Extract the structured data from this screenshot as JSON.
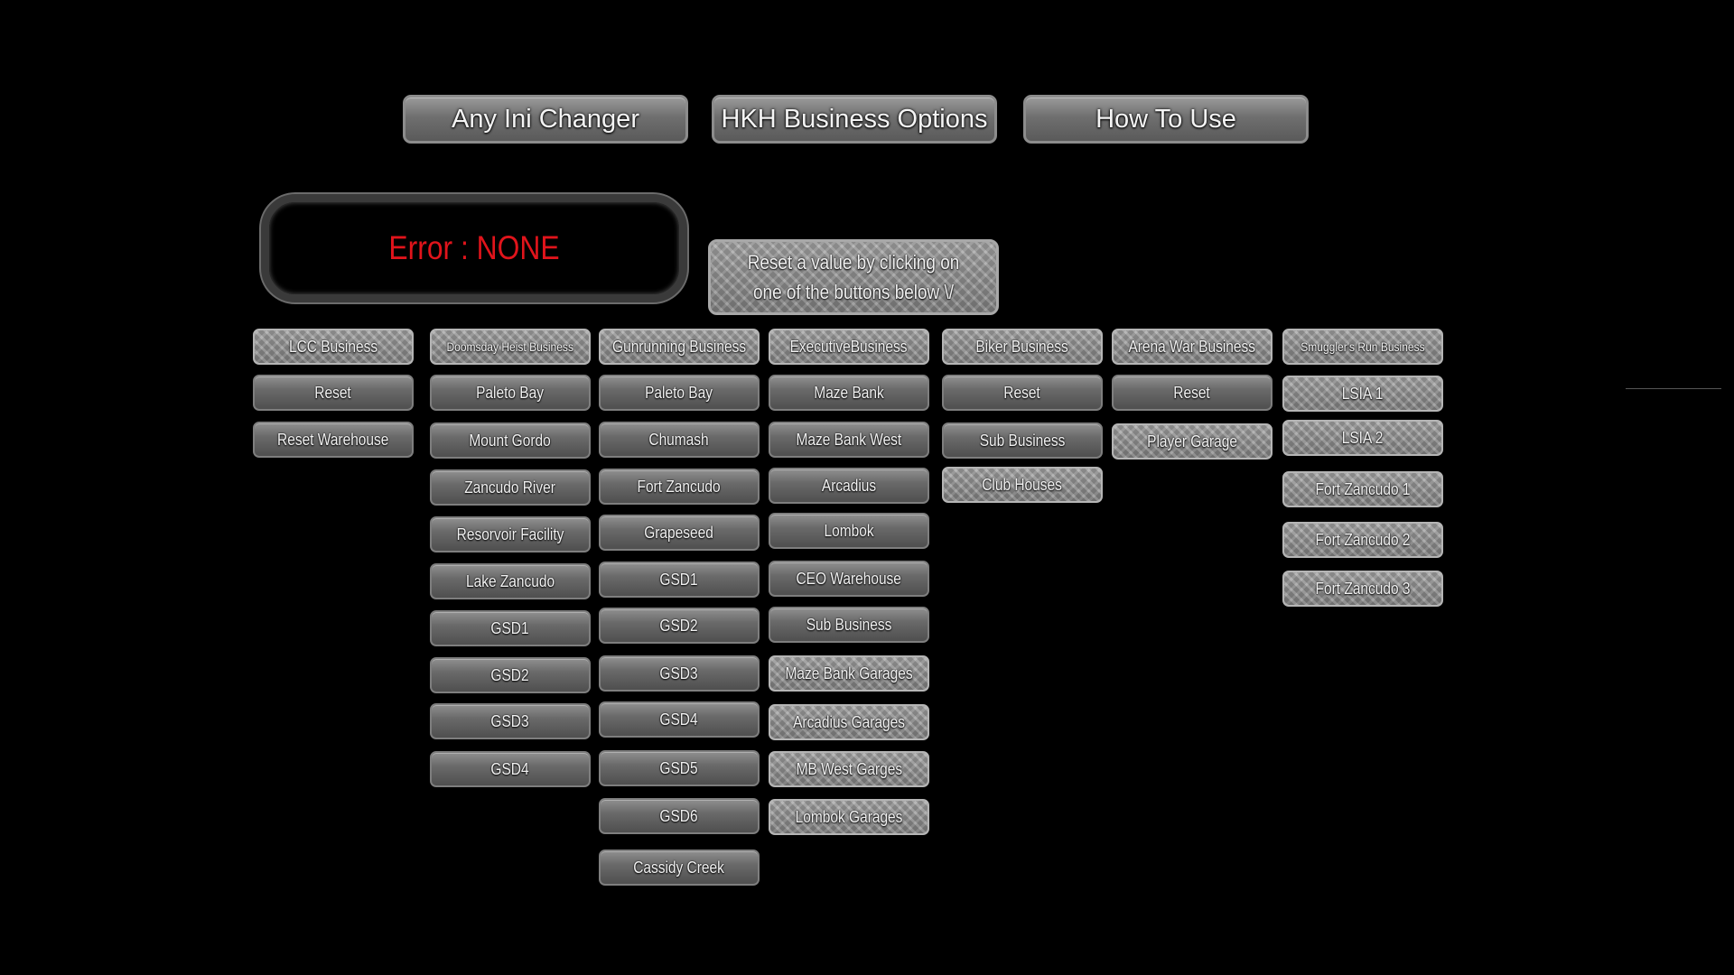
{
  "tabs": [
    {
      "label": "Any Ini Changer"
    },
    {
      "label": "HKH Business Options"
    },
    {
      "label": "How To Use"
    }
  ],
  "status": {
    "error_text": "Error : NONE",
    "error_color": "#e0141b"
  },
  "hint": {
    "text": "Reset a value by clicking on one of the buttons below \\/"
  },
  "columns": [
    {
      "header": "LCC Business",
      "items": [
        "Reset",
        "Reset Warehouse"
      ]
    },
    {
      "header": "Doomsday Heist Business",
      "items": [
        "Paleto Bay",
        "Mount Gordo",
        "Zancudo River",
        "Resorvoir Facility",
        "Lake Zancudo",
        "GSD1",
        "GSD2",
        "GSD3",
        "GSD4"
      ]
    },
    {
      "header": "Gunrunning Business",
      "items": [
        "Paleto Bay",
        "Chumash",
        "Fort Zancudo",
        "Grapeseed",
        "GSD1",
        "GSD2",
        "GSD3",
        "GSD4",
        "GSD5",
        "GSD6",
        "Cassidy Creek"
      ]
    },
    {
      "header": "ExecutiveBusiness",
      "items": [
        "Maze Bank",
        "Maze Bank West",
        "Arcadius",
        "Lombok",
        "CEO Warehouse",
        "Sub Business",
        "Maze Bank Garages",
        "Arcadius Garages",
        "MB West Garges",
        "Lombok Garages"
      ]
    },
    {
      "header": "Biker Business",
      "items": [
        "Reset",
        "Sub Business",
        "Club Houses"
      ]
    },
    {
      "header": "Arena War Business",
      "items": [
        "Reset",
        "Player Garage"
      ]
    },
    {
      "header": "Smuggler's Run Business",
      "items": [
        "LSIA 1",
        "LSIA 2",
        "Fort Zancudo 1",
        "Fort Zancudo 2",
        "Fort Zancudo 3"
      ]
    }
  ]
}
